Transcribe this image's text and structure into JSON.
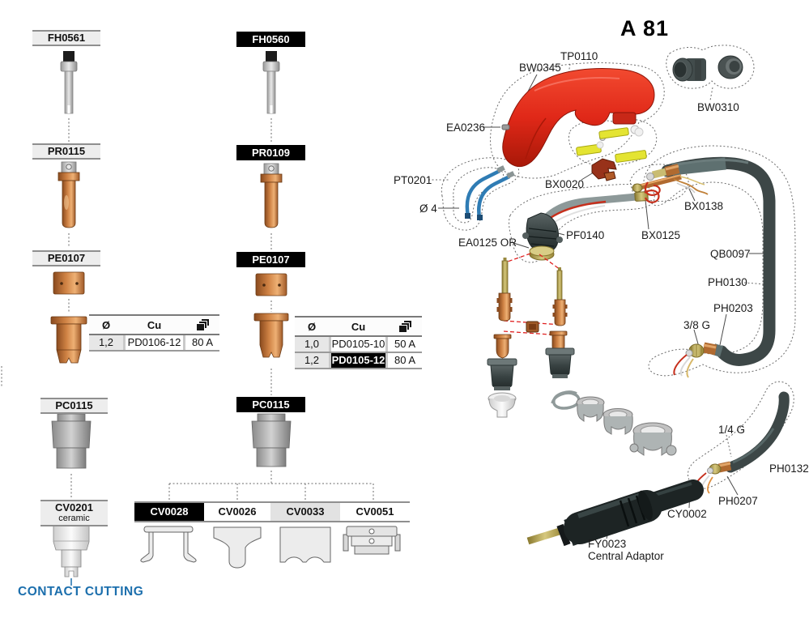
{
  "title": "A 81",
  "left_panel": {
    "labels": {
      "fh0561": "FH0561",
      "pr0115": "PR0115",
      "pe0107_a": "PE0107",
      "pc0115_a": "PC0115",
      "cv0201": "CV0201",
      "cv0201_sub": "ceramic",
      "fh0560": "FH0560",
      "pr0109": "PR0109",
      "pe0107_b": "PE0107",
      "pc0115_b": "PC0115",
      "footer": "CONTACT CUTTING"
    },
    "cv_row": [
      {
        "label": "CV0028",
        "highlight": true
      },
      {
        "label": "CV0026",
        "highlight": false
      },
      {
        "label": "CV0033",
        "highlight": false
      },
      {
        "label": "CV0051",
        "highlight": false
      }
    ]
  },
  "tables": [
    {
      "col_diameter": "Ø",
      "col_material": "Cu",
      "rows": [
        {
          "diameter": "1,2",
          "part": "PD0106-12",
          "amperage": "80 A",
          "highlight": false
        }
      ]
    },
    {
      "col_diameter": "Ø",
      "col_material": "Cu",
      "rows": [
        {
          "diameter": "1,0",
          "part": "PD0105-10",
          "amperage": "50 A",
          "highlight": false
        },
        {
          "diameter": "1,2",
          "part": "PD0105-12",
          "amperage": "80 A",
          "highlight": true
        }
      ]
    }
  ],
  "diagram": {
    "labels": {
      "tp0110": "TP0110",
      "bw0345": "BW0345",
      "bw0310": "BW0310",
      "ea0236": "EA0236",
      "pt0201": "PT0201",
      "diameter4": "Ø 4",
      "bx0020": "BX0020",
      "ea0125": "EA0125 OR",
      "pf0140": "PF0140",
      "bx0138": "BX0138",
      "bx0125": "BX0125",
      "qb0097": "QB0097",
      "ph0130": "PH0130",
      "ph0203": "PH0203",
      "thread38": "3/8 G",
      "thread14": "1/4 G",
      "ph0132": "PH0132",
      "ph0207": "PH0207",
      "cy0002": "CY0002",
      "fy0023": "FY0023",
      "fy0023_sub": "Central Adaptor"
    }
  },
  "colors": {
    "accent_blue": "#1C6FAD",
    "highlight_bg": "#000000",
    "label_gray_bg": "#EDEDED",
    "torch_red": "#DD2A18",
    "copper": "#C07A3C",
    "cable_gray": "#3D4747",
    "switch_yellow": "#E2E232",
    "dashed_red": "#E02020"
  }
}
